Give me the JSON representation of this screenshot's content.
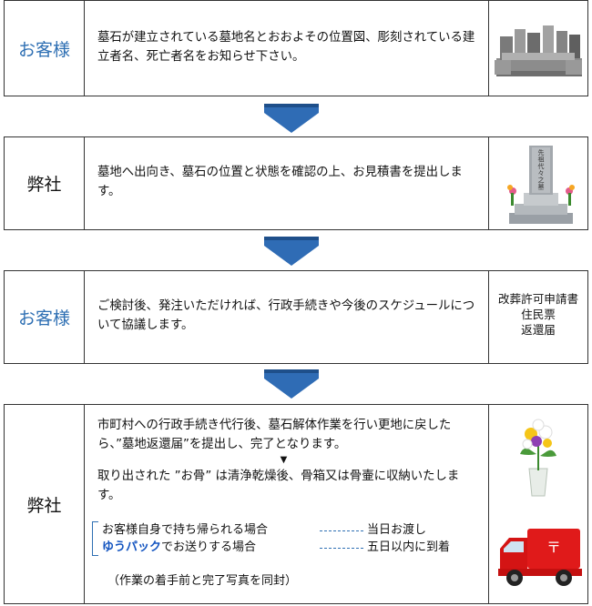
{
  "steps": [
    {
      "who": "お客様",
      "text": "墓石が建立されている墓地名とおおよその位置図、彫刻されている建立者名、死亡者名をお知らせ下さい。"
    },
    {
      "who": "弊社",
      "text": "墓地へ出向き、墓石の位置と状態を確認の上、お見積書を提出します。"
    },
    {
      "who": "お客様",
      "text": "ご検討後、発注いただければ、行政手続きや今後のスケジュールについて協議します。",
      "docs": [
        "改葬許可申請書",
        "住民票",
        "返還届"
      ]
    },
    {
      "who": "弊社",
      "text1": "市町村への行政手続き代行後、墓石解体作業を行い更地に戻したら、”墓地返還届”を提出し、完了となります。",
      "text2": "取り出された ”お骨” は清浄乾燥後、骨箱又は骨壷に収納いたします。",
      "option1": "お客様自身で持ち帰られる場合",
      "option1_result": "当日お渡し",
      "option2_brand": "ゆうパック",
      "option2_rest": "でお送りする場合",
      "option2_result": "五日以内に到着",
      "note": "（作業の着手前と完了写真を同封）"
    }
  ],
  "icons": {
    "arrow": "down-arrow-icon",
    "gravestones": "gravestone-group-icon",
    "gravestone": "gravestone-icon",
    "flowers": "flower-vase-icon",
    "truck": "red-delivery-truck-icon",
    "small_arrow": "small-down-triangle-icon"
  },
  "colors": {
    "customer": "#2e6fb3",
    "border": "#333333",
    "arrow": "#2f6cb5",
    "truck": "#e01a1a"
  },
  "seal_chars": "先祖代々之墓"
}
